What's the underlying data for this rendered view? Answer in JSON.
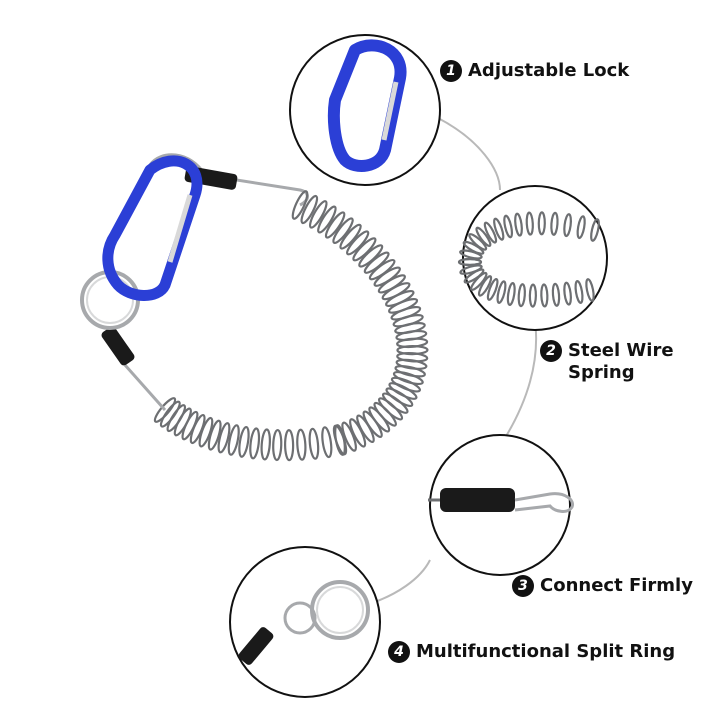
{
  "features": [
    {
      "number": "1",
      "lines": [
        "Adjustable Lock"
      ]
    },
    {
      "number": "2",
      "lines": [
        "Steel Wire",
        "Spring"
      ]
    },
    {
      "number": "3",
      "lines": [
        "Connect Firmly"
      ]
    },
    {
      "number": "4",
      "lines": [
        "Multifunctional Split Ring"
      ]
    }
  ],
  "colors": {
    "carabiner": "#2b3fd6",
    "carabiner_gate": "#d9d9d9",
    "coil": "#6d6f72",
    "sleeve": "#1a1a1a",
    "ring": "#a7a9ac",
    "circle_border": "#111111",
    "connector_line": "#b9b9b9"
  },
  "icons": [
    "carabiner-icon",
    "coil-spring-icon",
    "crimp-sleeve-icon",
    "split-ring-icon"
  ]
}
